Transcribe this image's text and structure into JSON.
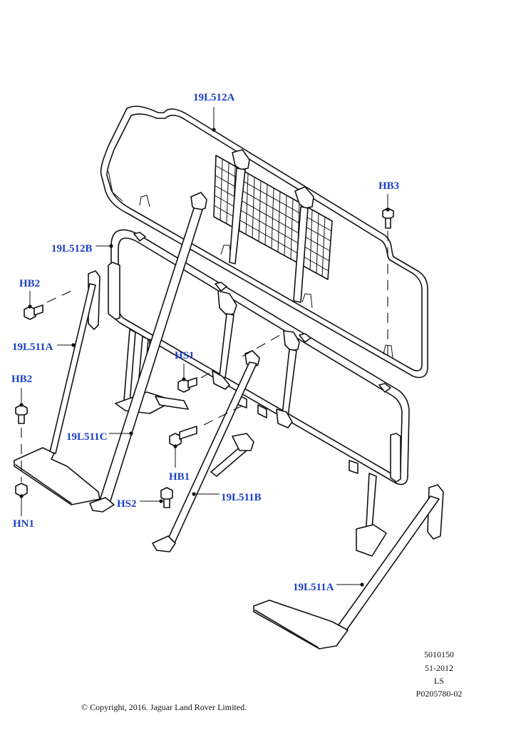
{
  "callouts": {
    "c_19L512A": "19L512A",
    "c_HB3": "HB3",
    "c_19L512B": "19L512B",
    "c_HB2_top": "HB2",
    "c_19L511A_left": "19L511A",
    "c_HS1": "HS1",
    "c_HB2_lower": "HB2",
    "c_19L511C": "19L511C",
    "c_HB1": "HB1",
    "c_HS2": "HS2",
    "c_19L511B": "19L511B",
    "c_HN1": "HN1",
    "c_19L511A_right": "19L511A"
  },
  "reference": {
    "line1": "5010150",
    "line2": "51-2012",
    "line3": "LS",
    "line4": "P0205780-02"
  },
  "copyright": "© Copyright, 2016. Jaguar Land Rover Limited.",
  "colors": {
    "callout": "#1a3fc9",
    "linework": "#111111"
  }
}
